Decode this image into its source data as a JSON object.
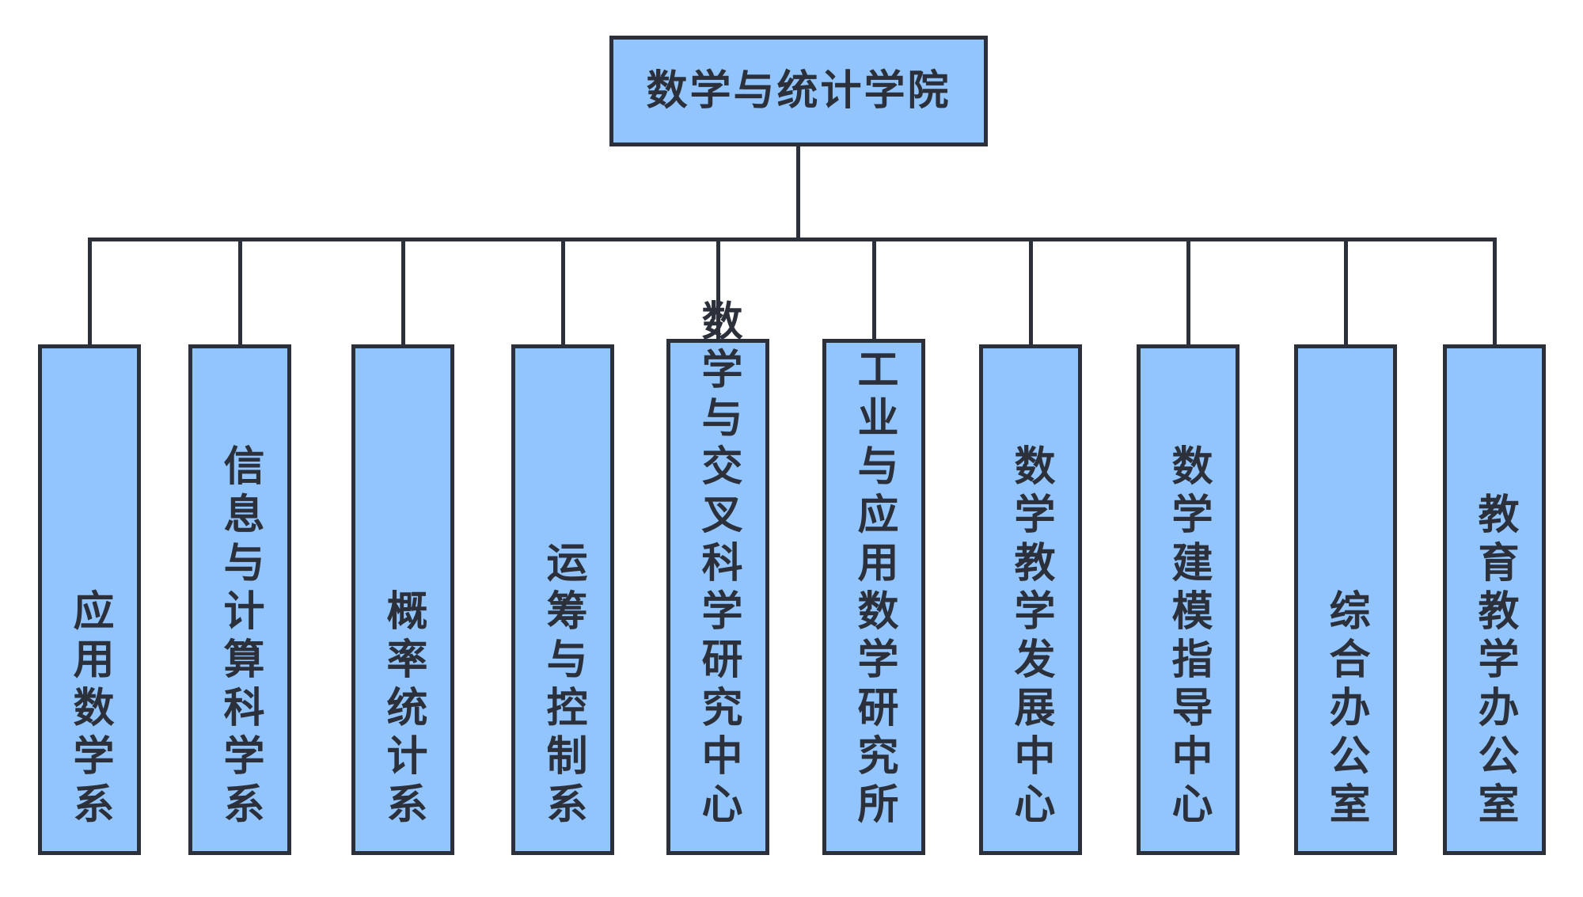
{
  "chart": {
    "type": "org-chart",
    "title": "数学与统计学院",
    "orientation": "top-down",
    "colors": {
      "node_fill": "#92c5fd",
      "node_border": "#2b303b",
      "connector": "#2b303b",
      "text": "#2b303b",
      "background": "#ffffff"
    }
  },
  "root": {
    "label": "数学与统计学院"
  },
  "children": [
    {
      "label": "应用数学系"
    },
    {
      "label": "信息与计算科学系"
    },
    {
      "label": "概率统计系"
    },
    {
      "label": "运筹与控制系"
    },
    {
      "label": "数学与交叉科学研究中心"
    },
    {
      "label": "工业与应用数学研究所"
    },
    {
      "label": "数学教学发展中心"
    },
    {
      "label": "数学建模指导中心"
    },
    {
      "label": "综合办公室"
    },
    {
      "label": "教育教学办公室"
    }
  ]
}
